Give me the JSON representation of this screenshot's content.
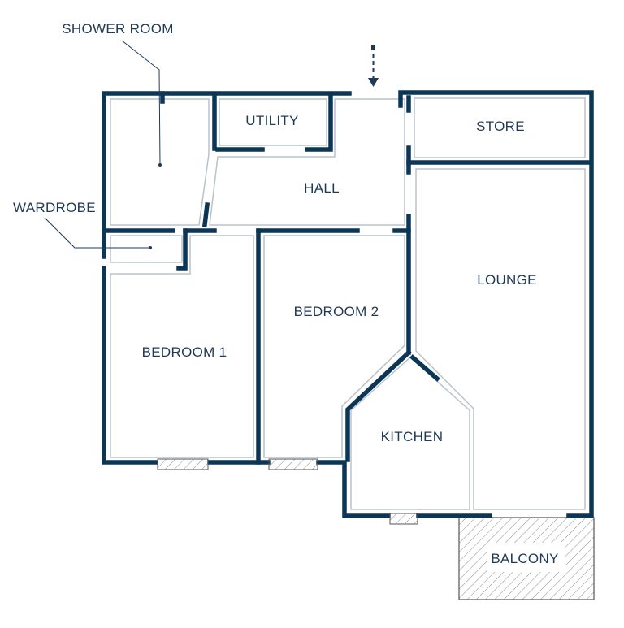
{
  "floorplan": {
    "colors": {
      "wall": "#0b3656",
      "inner_line": "#b9c2cb",
      "label": "#1f3a57",
      "hatch": "#8a8a8a"
    },
    "rooms": {
      "shower_room": "SHOWER ROOM",
      "utility": "UTILITY",
      "hall": "HALL",
      "store": "STORE",
      "wardrobe": "WARDROBE",
      "lounge": "LOUNGE",
      "bedroom_2": "BEDROOM 2",
      "bedroom_1": "BEDROOM 1",
      "kitchen": "KITCHEN",
      "balcony": "BALCONY"
    },
    "entrance_marker": "entrance-arrow"
  }
}
